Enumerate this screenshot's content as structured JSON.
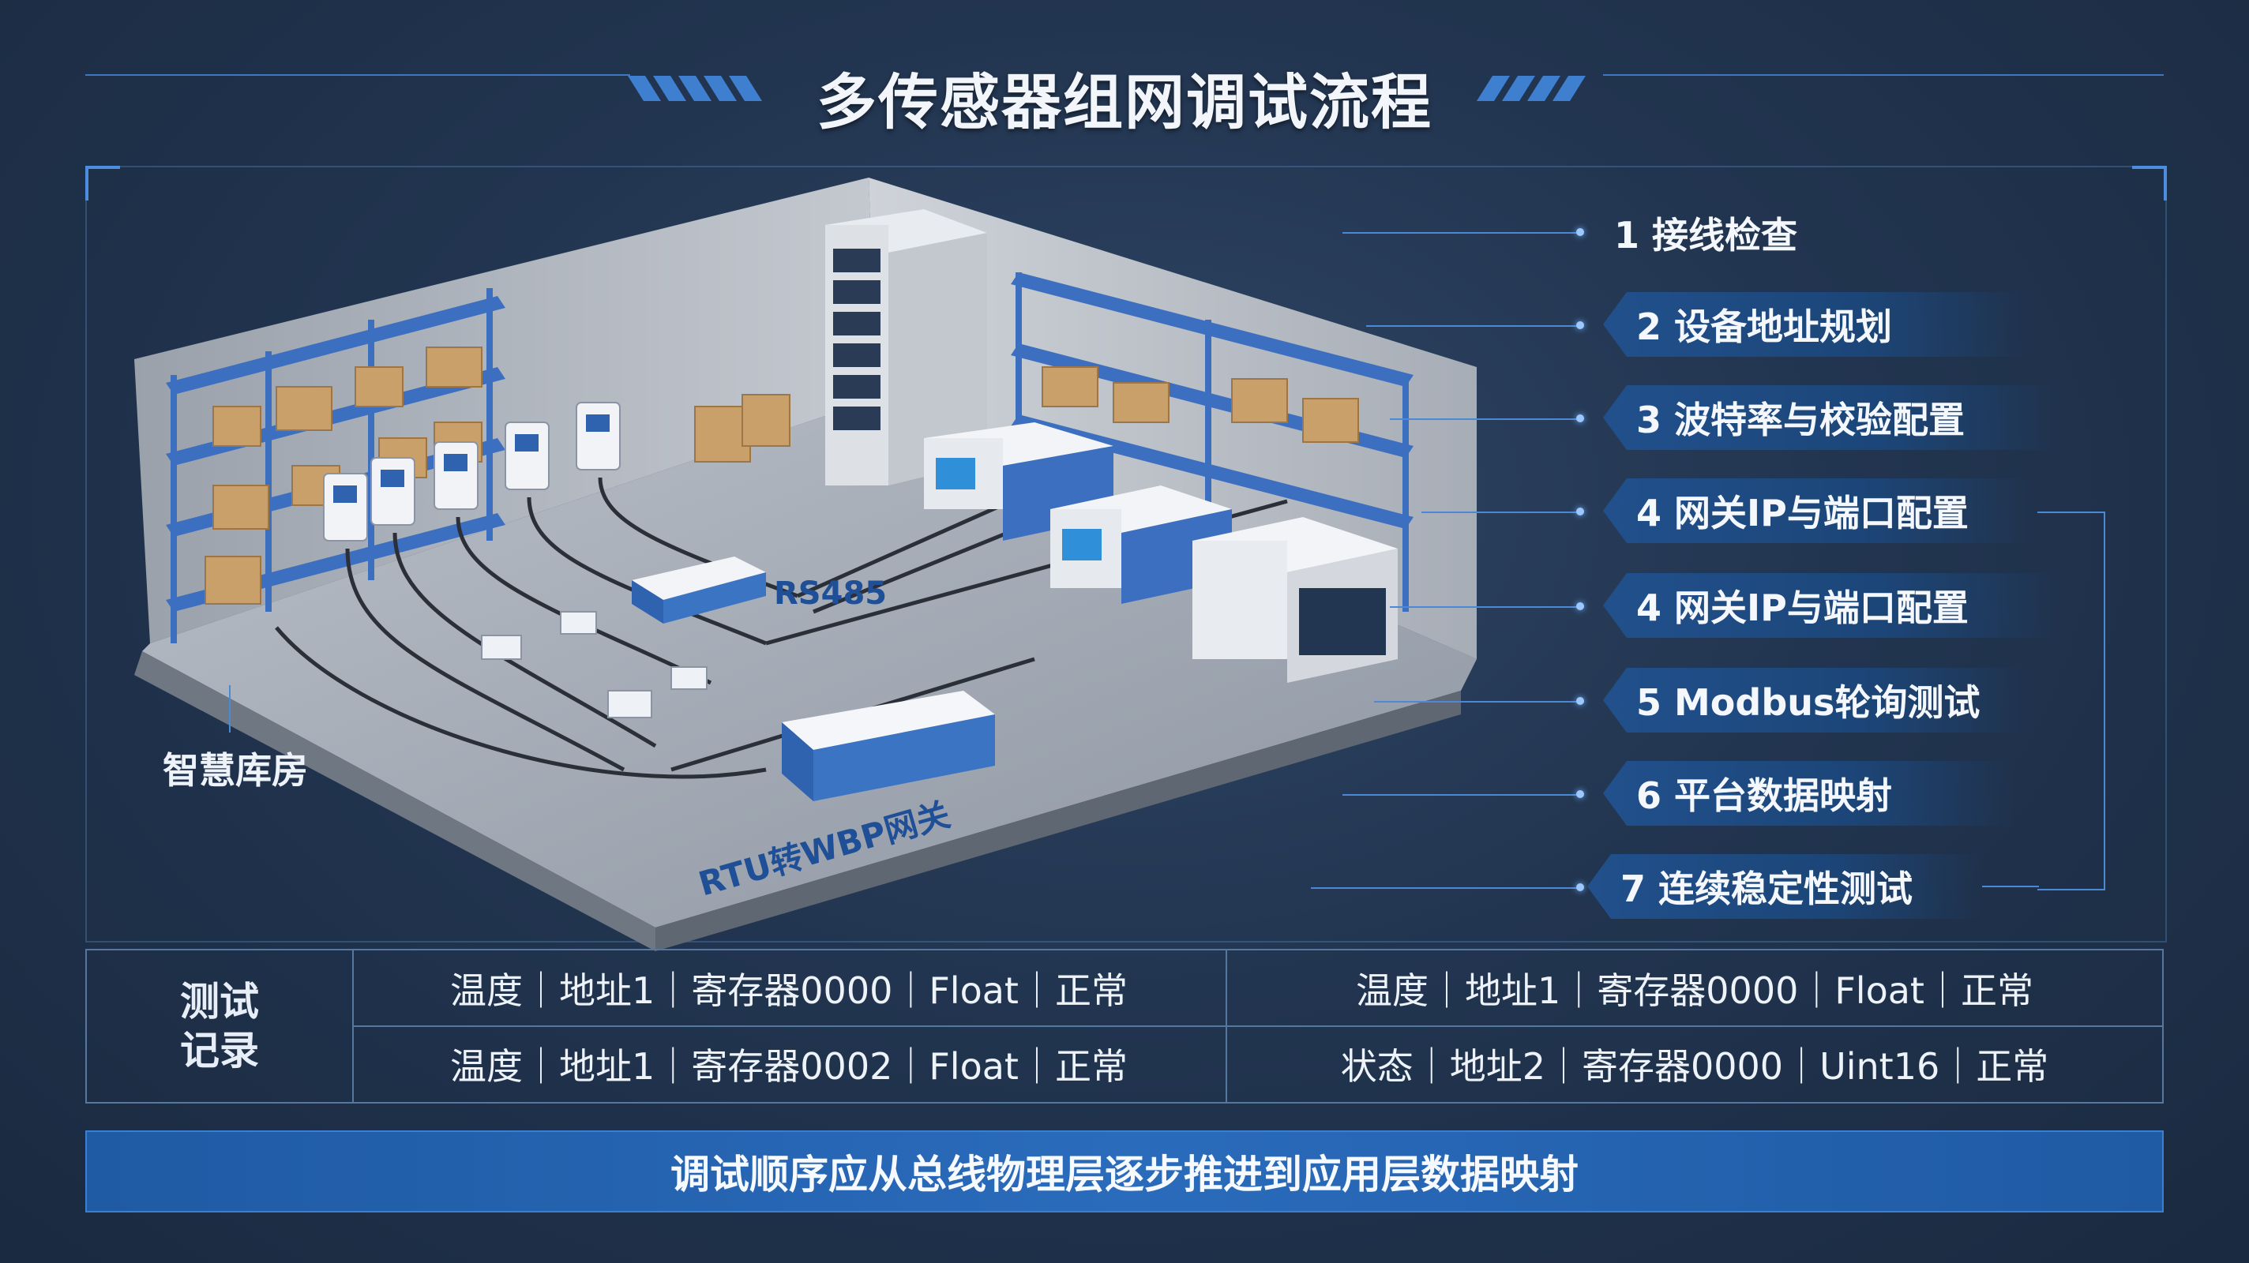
{
  "title": "多传感器组网调试流程",
  "scene": {
    "area_label": "智慧库房",
    "bus_label": "RS485",
    "gateway_label": "RTU转WBP网关"
  },
  "steps": [
    "1 接线检查",
    "2 设备地址规划",
    "3 波特率与校验配置",
    "4  网关IP与端口配置",
    "4  网关IP与端口配置",
    "5 Modbus轮询测试",
    "6 平台数据映射",
    "7 连续稳定性测试"
  ],
  "test_record": {
    "header_line1": "测试",
    "header_line2": "记录",
    "rows": [
      [
        "温度｜地址1｜寄存器0000｜Float｜正常",
        "温度｜地址1｜寄存器0000｜Float｜正常"
      ],
      [
        "温度｜地址1｜寄存器0002｜Float｜正常",
        "状态｜地址2｜寄存器0000｜Uint16｜正常"
      ]
    ]
  },
  "footer": "调试顺序应从总线物理层逐步推进到应用层数据映射",
  "colors": {
    "accent": "#3f78c0",
    "shelf": "#3d6fc0",
    "box": "#c9a06a",
    "banner": "#2a6bbb"
  }
}
